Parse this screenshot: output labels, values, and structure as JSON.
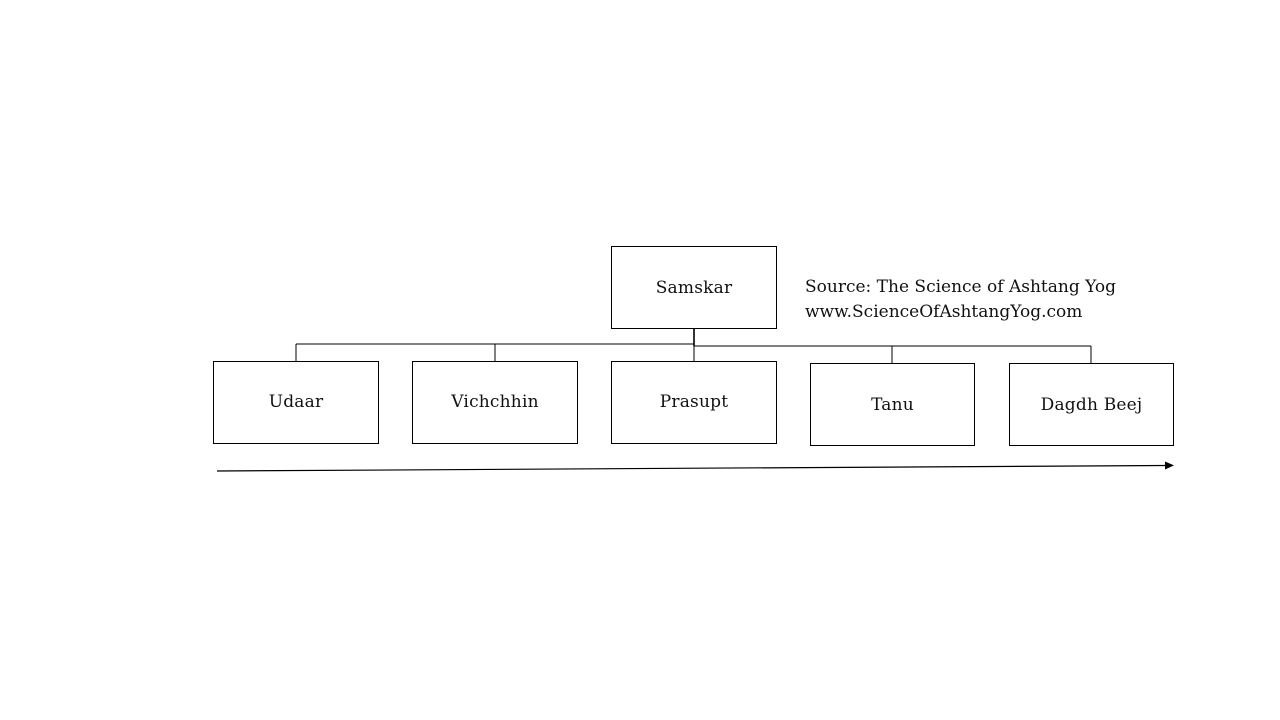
{
  "diagram": {
    "root": {
      "label": "Samskar"
    },
    "children": [
      {
        "label": "Udaar"
      },
      {
        "label": "Vichchhin"
      },
      {
        "label": "Prasupt"
      },
      {
        "label": "Tanu"
      },
      {
        "label": "Dagdh Beej"
      }
    ],
    "source": {
      "line1": "Source: The Science of Ashtang Yog",
      "line2": "www.ScienceOfAshtangYog.com"
    },
    "colors": {
      "line": "#000000",
      "box_border": "#000000",
      "text": "#111111",
      "background": "#ffffff"
    }
  }
}
